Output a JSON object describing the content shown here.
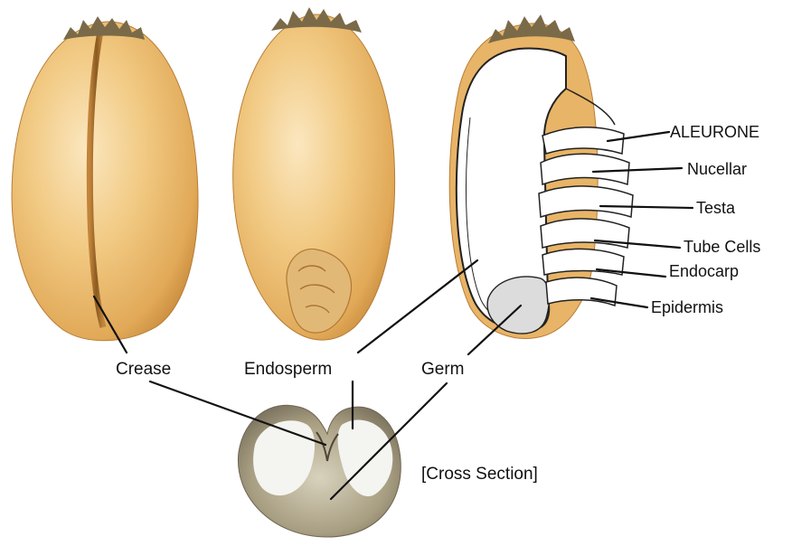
{
  "labels": {
    "crease": "Crease",
    "endosperm": "Endosperm",
    "germ": "Germ",
    "cross_section": "[Cross Section]",
    "aleurone": "ALEURONE",
    "nucellar": "Nucellar",
    "testa": "Testa",
    "tube_cells": "Tube Cells",
    "endocarp": "Endocarp",
    "epidermis": "Epidermis"
  },
  "colors": {
    "kernel_light": "#f7d9a0",
    "kernel_mid": "#eab565",
    "kernel_dark": "#c9893a",
    "brush": "#7a6a48",
    "cross_section_outer": "#a49a7e",
    "cross_section_endosperm": "#f4f4f0",
    "germ_fill": "#dcdcdc"
  }
}
